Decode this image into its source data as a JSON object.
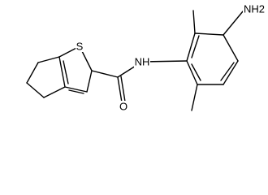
{
  "atom_labels": {
    "sulfur": "S",
    "amide_nitrogen": "NH",
    "amide_oxygen": "O",
    "amino_group": "NH2"
  },
  "colors": {
    "bond": "#000000",
    "label": "#000000",
    "background": "#ffffff"
  }
}
